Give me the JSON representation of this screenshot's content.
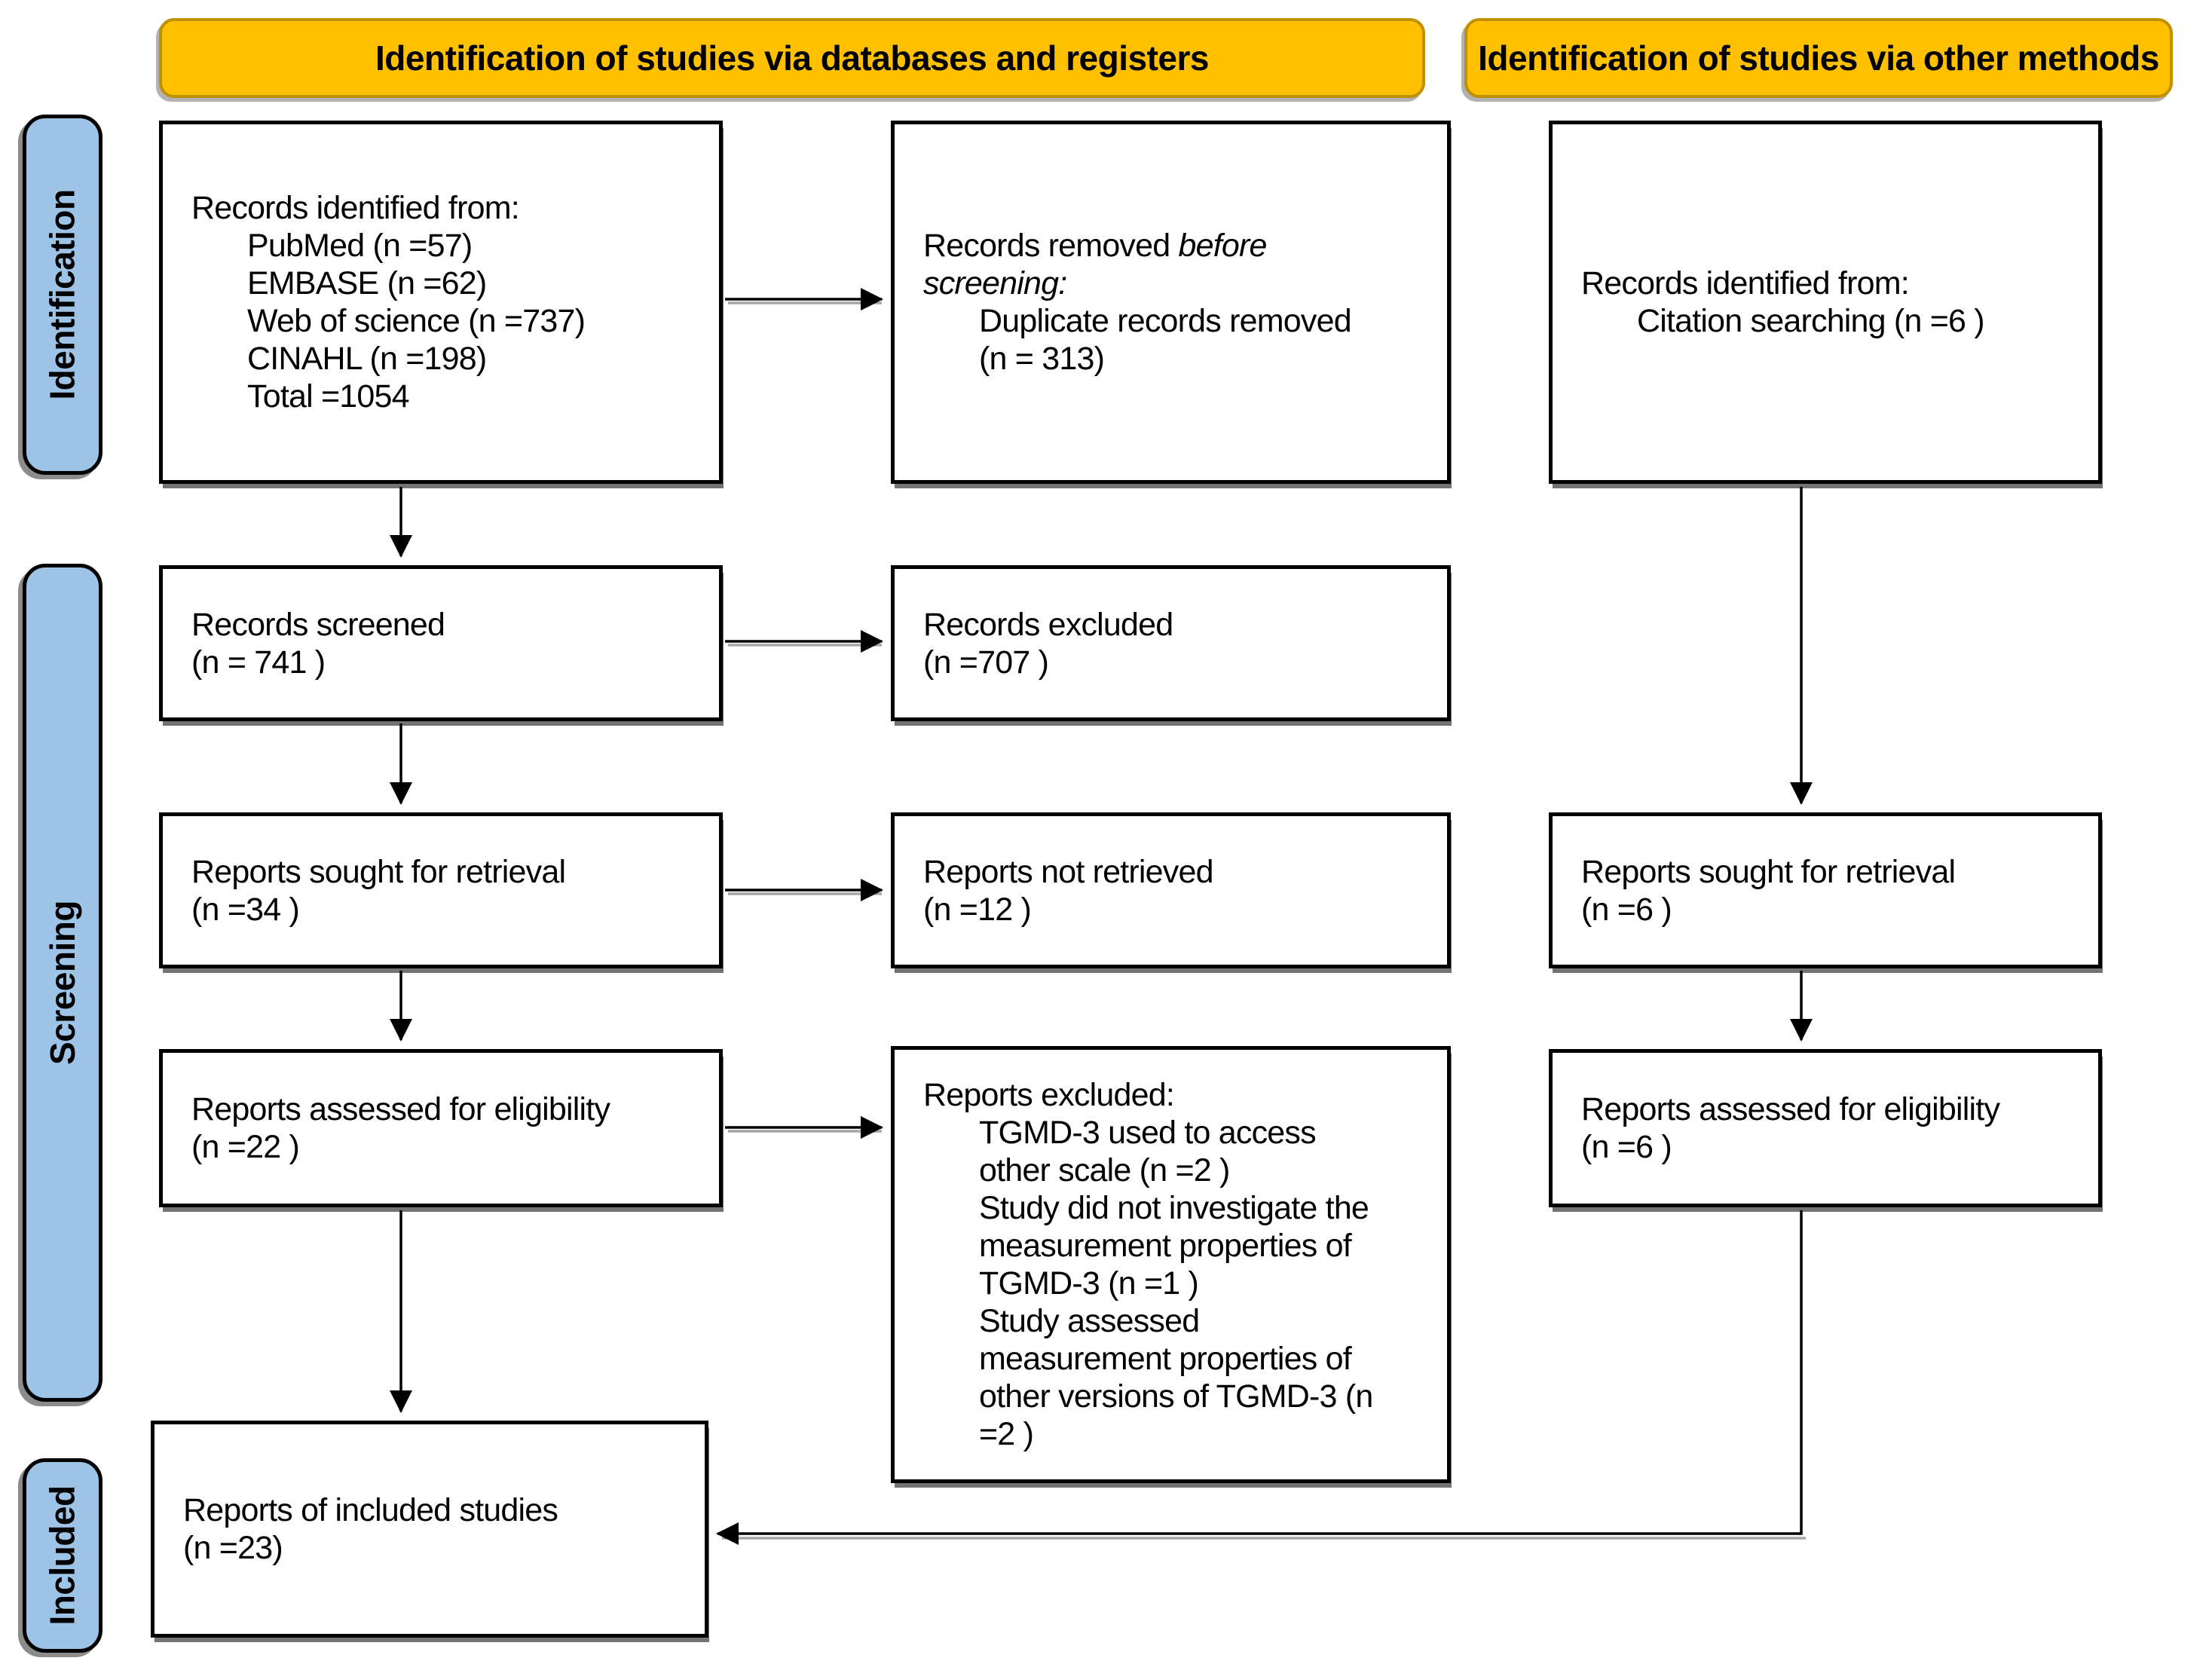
{
  "colors": {
    "banner-fill": "#FFC000",
    "banner-border": "#BF9000",
    "stage-fill": "#9DC3E6",
    "box-border": "#000000",
    "text": "#000000"
  },
  "banners": {
    "databases": "Identification of studies via databases and registers",
    "other_methods": "Identification of studies via other methods"
  },
  "stages": {
    "identification": "Identification",
    "screening": "Screening",
    "included": "Included"
  },
  "boxes": {
    "records_identified_db": {
      "title": "Records identified from:",
      "items": [
        "PubMed (n =57)",
        "EMBASE (n =62)",
        "Web of science (n =737)",
        "CINAHL (n =198)",
        "Total =1054"
      ]
    },
    "records_removed": {
      "line1_normal": "Records removed ",
      "line1_italic": "before",
      "line2_italic": "screening:",
      "items": [
        "Duplicate records removed",
        "(n = 313)"
      ]
    },
    "records_identified_other": {
      "title": "Records identified from:",
      "items": [
        "Citation searching (n =6 )"
      ]
    },
    "records_screened": {
      "lines": [
        "Records screened",
        "(n = 741 )"
      ]
    },
    "records_excluded": {
      "lines": [
        "Records excluded",
        "(n =707 )"
      ]
    },
    "reports_sought_db": {
      "lines": [
        "Reports sought for retrieval",
        "(n =34 )"
      ]
    },
    "reports_not_retrieved": {
      "lines": [
        "Reports not retrieved",
        "(n =12 )"
      ]
    },
    "reports_sought_other": {
      "lines": [
        "Reports sought for retrieval",
        "(n =6 )"
      ]
    },
    "reports_assessed_db": {
      "lines": [
        "Reports assessed for eligibility",
        "(n =22 )"
      ]
    },
    "reports_excluded": {
      "title": "Reports excluded:",
      "items": [
        "TGMD-3 used to access",
        "other scale (n =2 )",
        "Study did not investigate the",
        "measurement properties of",
        "TGMD-3 (n =1 )",
        "Study assessed",
        "measurement properties of",
        "other versions of TGMD-3 (n",
        "=2 )"
      ]
    },
    "reports_assessed_other": {
      "lines": [
        "Reports assessed for eligibility",
        "(n =6 )"
      ]
    },
    "reports_included": {
      "lines": [
        "Reports of included studies",
        "(n =23)"
      ]
    }
  }
}
